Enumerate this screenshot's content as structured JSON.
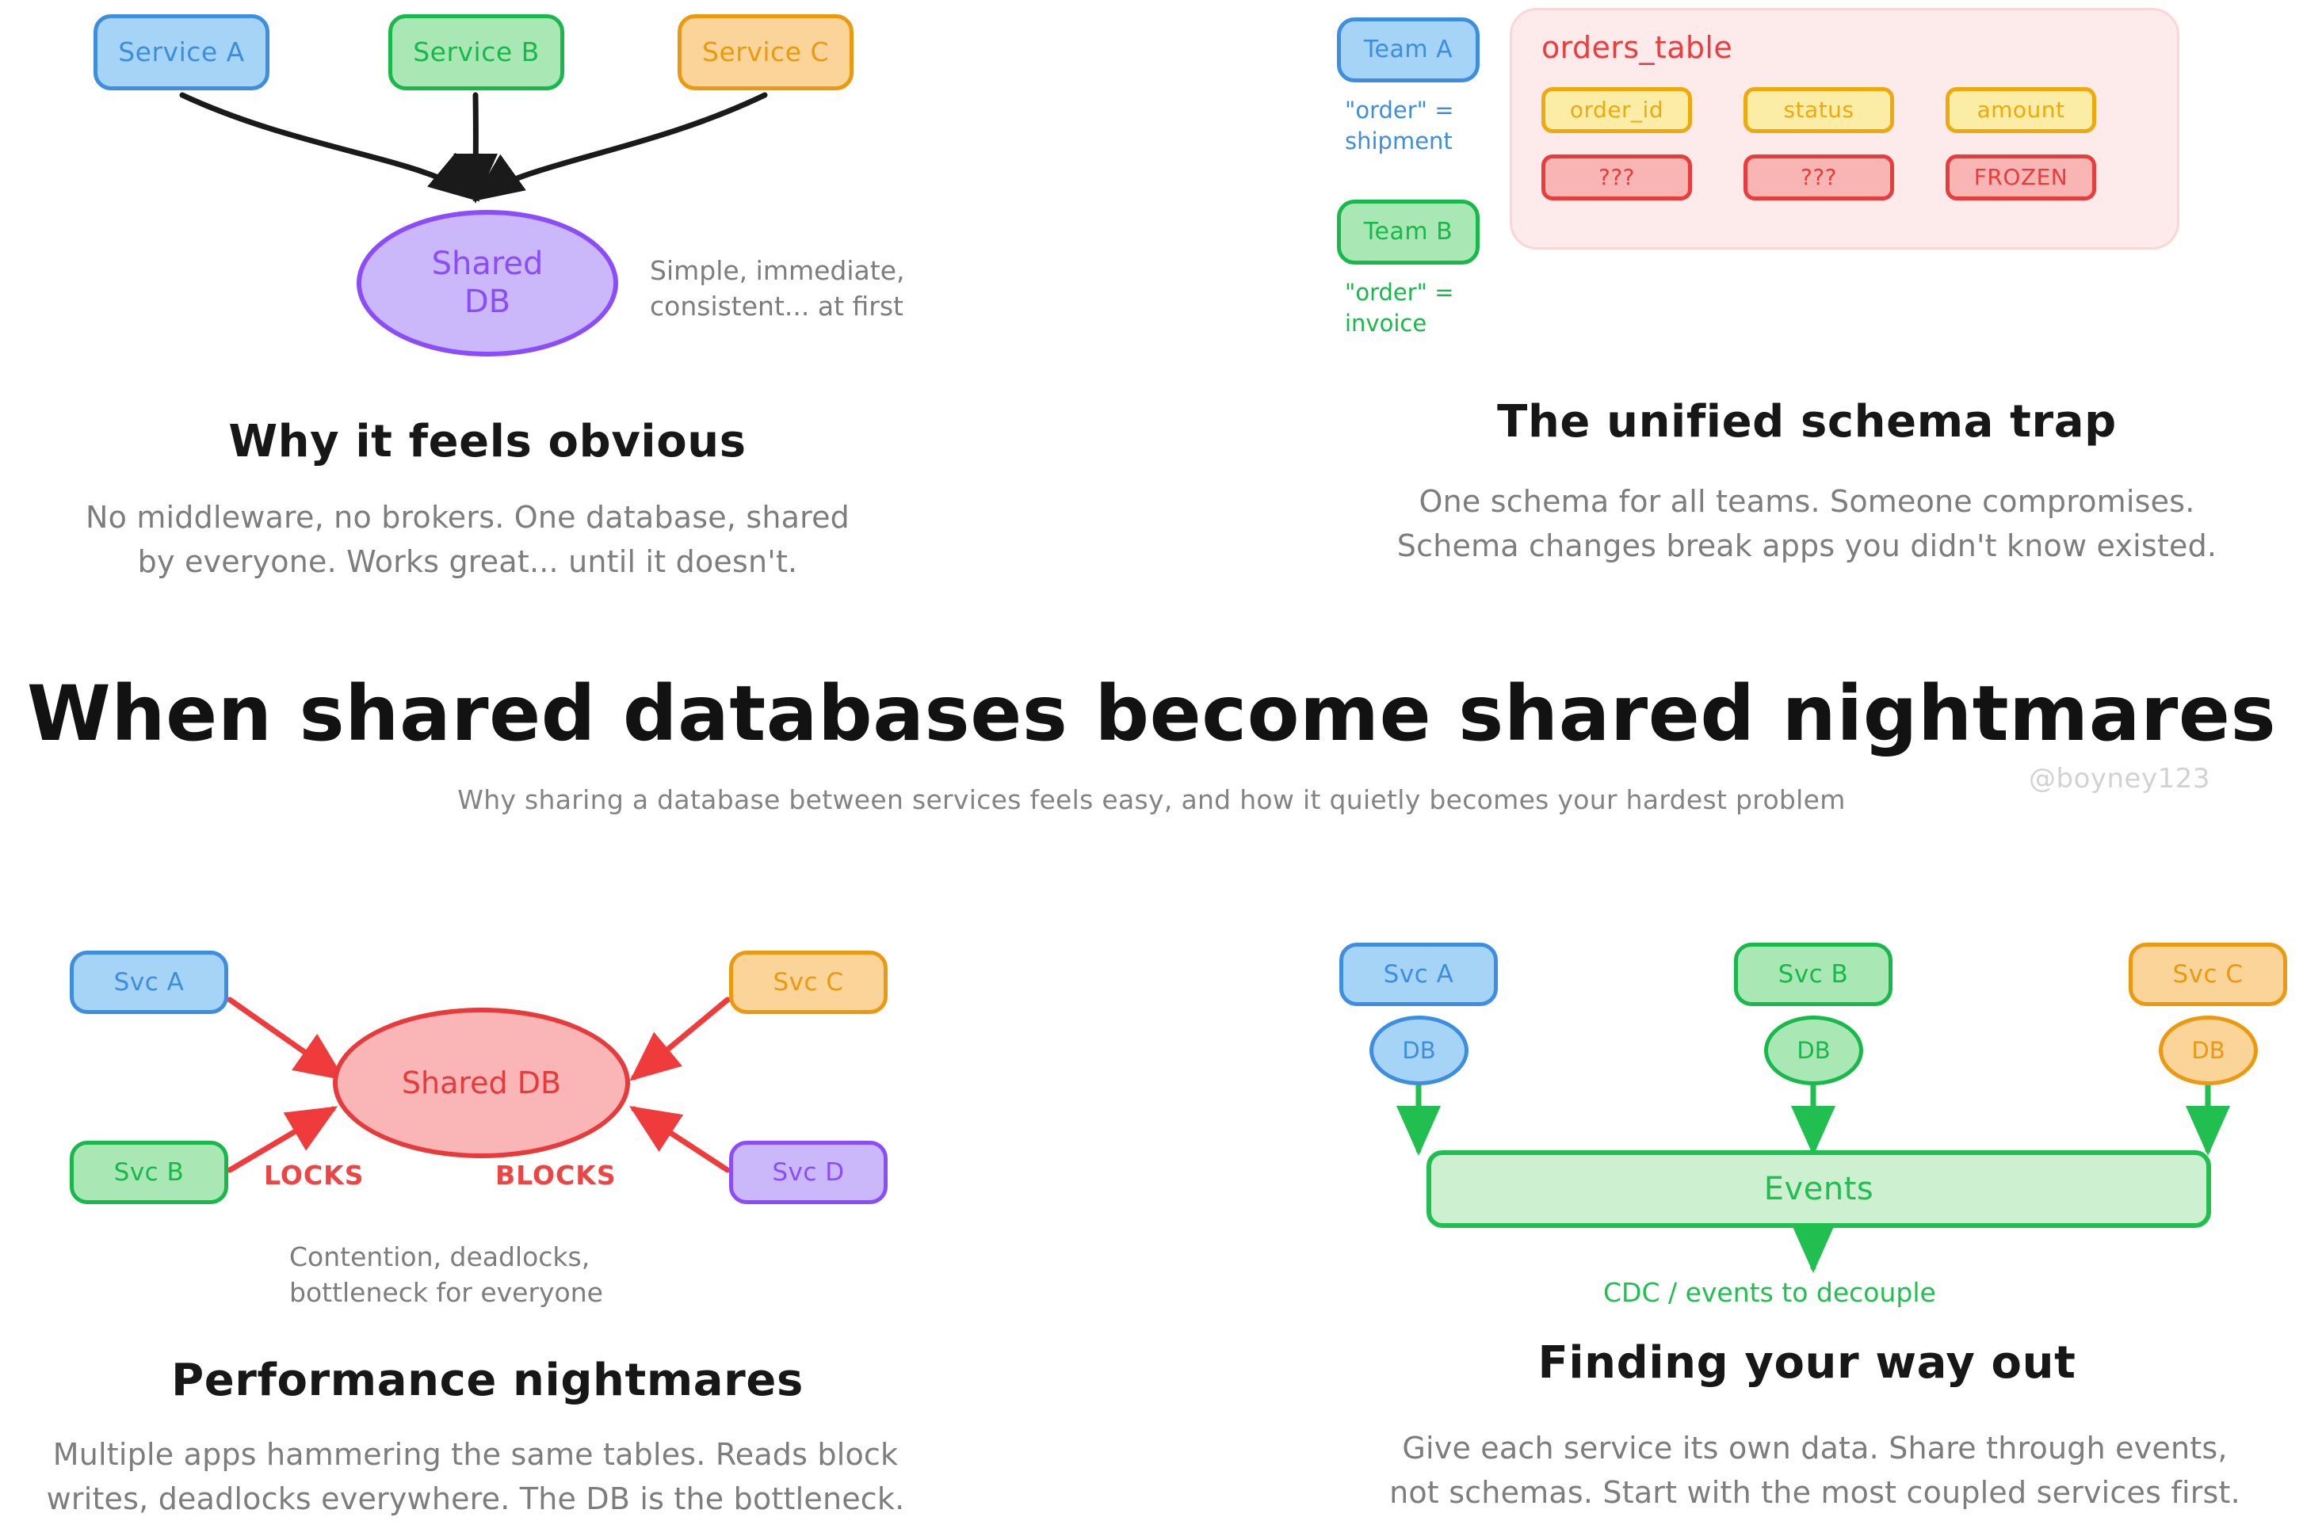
{
  "header": {
    "main_title": "When shared databases become shared nightmares",
    "subtitle": "Why sharing a database between services feels easy, and how it quietly becomes your hardest problem",
    "watermark": "@boyney123"
  },
  "panels": {
    "why_obvious": {
      "title": "Why it feels obvious",
      "caption_line1": "No middleware, no brokers. One database, shared",
      "caption_line2": "by everyone. Works great... until it doesn't.",
      "services": [
        {
          "label": "Service A",
          "color": "#3d8ede"
        },
        {
          "label": "Service B",
          "color": "#18b84a"
        },
        {
          "label": "Service C",
          "color": "#eb9a10"
        }
      ],
      "db_line1": "Shared",
      "db_line2": "DB",
      "side_note_line1": "Simple, immediate,",
      "side_note_line2": "consistent... at first"
    },
    "schema_trap": {
      "title": "The unified schema trap",
      "caption_line1": "One schema for all teams. Someone compromises.",
      "caption_line2": "Schema changes break apps you didn't know existed.",
      "teams": [
        {
          "label": "Team A",
          "note_line1": "\"order\" =",
          "note_line2": "shipment",
          "color": "#3d8ede"
        },
        {
          "label": "Team B",
          "note_line1": "\"order\" =",
          "note_line2": "invoice",
          "color": "#18b84a"
        }
      ],
      "table_name": "orders_table",
      "columns": [
        "order_id",
        "status",
        "amount"
      ],
      "values": [
        "???",
        "???",
        "FROZEN"
      ]
    },
    "performance": {
      "title": "Performance nightmares",
      "caption_line1": "Multiple apps hammering the same tables. Reads block",
      "caption_line2": "writes, deadlocks everywhere. The DB is the bottleneck.",
      "services": [
        {
          "label": "Svc A",
          "color": "#3d8ede"
        },
        {
          "label": "Svc B",
          "color": "#18b84a"
        },
        {
          "label": "Svc C",
          "color": "#eb9a10"
        },
        {
          "label": "Svc D",
          "color": "#8b4dfc"
        }
      ],
      "db_label": "Shared DB",
      "edge_label_left": "LOCKS",
      "edge_label_right": "BLOCKS",
      "side_note_line1": "Contention, deadlocks,",
      "side_note_line2": "bottleneck for everyone"
    },
    "way_out": {
      "title": "Finding your way out",
      "caption_line1": "Give each service its own data. Share through events,",
      "caption_line2": "not schemas. Start with the most coupled services first.",
      "services": [
        {
          "label": "Svc A",
          "db_label": "DB",
          "color": "#3d8ede"
        },
        {
          "label": "Svc B",
          "db_label": "DB",
          "color": "#18b84a"
        },
        {
          "label": "Svc C",
          "db_label": "DB",
          "color": "#eb9a10"
        }
      ],
      "bus_label": "Events",
      "bus_note": "CDC / events to decouple"
    }
  },
  "colors": {
    "blue": "#3d8ede",
    "green": "#18b84a",
    "orange": "#eb9a10",
    "purple": "#8b4dfc",
    "red": "#e83a3a",
    "gray_text": "#7d7d7d",
    "black_text": "#121212",
    "watermark": "#d2d2d2"
  }
}
